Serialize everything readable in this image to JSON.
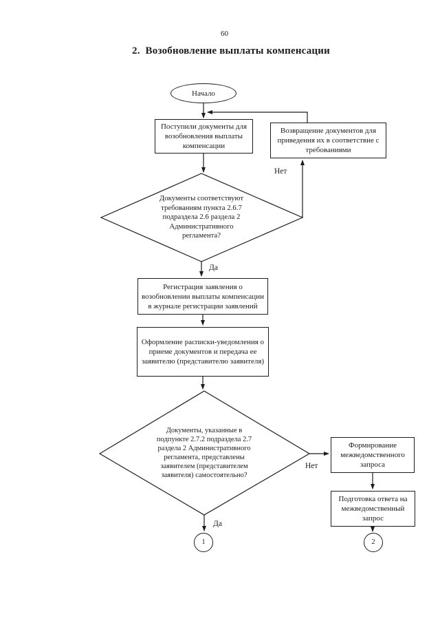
{
  "colors": {
    "ink": "#1c1c1c",
    "paper": "#ffffff"
  },
  "page": {
    "number": "60",
    "title": "2.  Возобновление выплаты компенсации"
  },
  "flowchart": {
    "nodes": {
      "start": "Начало",
      "receive": "Поступили документы для\nвозобновления выплаты\nкомпенсации",
      "return_docs": "Возвращение документов для\nприведения их в соответствие с\nтребованиями",
      "decision1": "Документы соответствуют\nтребованиям пункта 2.6.7\nподраздела 2.6 раздела 2\nАдминистративного\nрегламента?",
      "register": "Регистрация заявления о\nвозобновлении выплаты компенсации\nв журнале регистрации заявлений",
      "receipt": "Оформление расписки-уведомления о\nприеме документов и передача ее\nзаявителю (представителю заявителя)",
      "decision2": "Документы, указанные в\nподпункте 2.7.2 подраздела 2.7\nраздела 2 Административного\nрегламента, представлены\nзаявителем (представителем\nзаявителя) самостоятельно?",
      "form_request": "Формирование\nмежведомственного\nзапроса",
      "prepare_answer": "Подготовка ответа на\nмежведомственный\nзапрос",
      "connector1": "1",
      "connector2": "2"
    },
    "labels": {
      "no1": "Нет",
      "yes1": "Да",
      "no2": "Нет",
      "yes2": "Да"
    }
  }
}
